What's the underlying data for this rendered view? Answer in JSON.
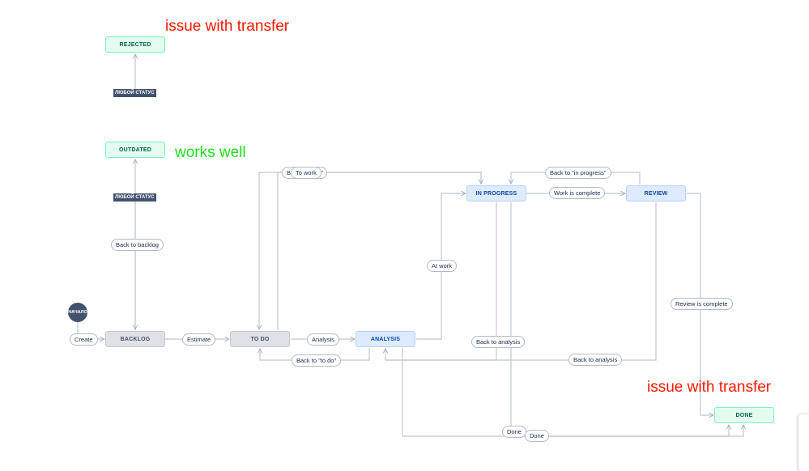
{
  "statuses": {
    "rejected": "REJECTED",
    "outdated": "OUTDATED",
    "backlog": "BACKLOG",
    "todo": "TO DO",
    "analysis": "ANALYSIS",
    "in_progress": "IN PROGRESS",
    "review": "REVIEW",
    "done": "DONE"
  },
  "start_label": "НАЧАЛО",
  "any_status_label": "ЛЮБОЙ СТАТУС",
  "transitions": {
    "create": "Create",
    "estimate": "Estimate",
    "analysis": "Analysis",
    "back_to_todo_bottom": "Back to \"to do\"",
    "back_to_backlog": "Back to backlog",
    "back_to_todo_top_partial": "Ba",
    "back_to_todo_top_suffix": "o\"",
    "to_work": "To work",
    "at_work": "At work",
    "work_is_complete": "Work is complete",
    "back_to_in_progress": "Back to \"in progress\"",
    "review_is_complete": "Review is complete",
    "back_to_analysis_1": "Back to analysis",
    "back_to_analysis_2": "Back to analysis",
    "done_1": "Done",
    "done_2": "Done"
  },
  "annotations": {
    "rejected_note": "issue with transfer",
    "outdated_note": "works well",
    "done_note": "issue with transfer"
  },
  "colors": {
    "done_category": "#e3fcef",
    "todo_category": "#dfe1e6",
    "in_progress_category": "#deebff",
    "arrow": "#b3bac5",
    "note_red": "#ff1a00",
    "note_green": "#1fe01f"
  }
}
